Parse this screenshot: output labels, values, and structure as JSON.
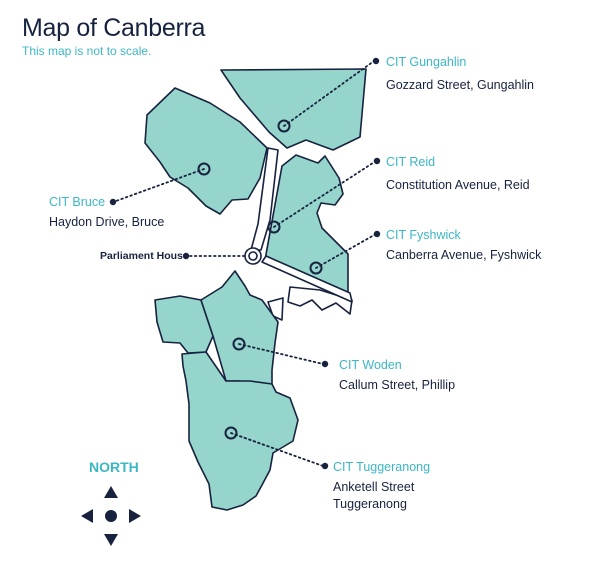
{
  "map": {
    "title": "Map of Canberra",
    "subtitle": "This map is not to scale.",
    "colors": {
      "region_fill": "#96d5cc",
      "outline": "#17223f",
      "accent": "#3cb7c4",
      "text": "#17223f"
    },
    "landmark": {
      "label": "Parliament House"
    },
    "campuses": [
      {
        "name": "CIT Gungahlin",
        "address": [
          "Gozzard Street, Gungahlin"
        ]
      },
      {
        "name": "CIT Reid",
        "address": [
          "Constitution Avenue, Reid"
        ]
      },
      {
        "name": "CIT Bruce",
        "address": [
          "Haydon Drive, Bruce"
        ]
      },
      {
        "name": "CIT Fyshwick",
        "address": [
          "Canberra Avenue, Fyshwick"
        ]
      },
      {
        "name": "CIT Woden",
        "address": [
          "Callum Street, Phillip"
        ]
      },
      {
        "name": "CIT Tuggeranong",
        "address": [
          "Anketell Street",
          "Tuggeranong"
        ]
      }
    ],
    "compass": {
      "label": "NORTH",
      "icon": "compass-arrows-icon"
    }
  }
}
